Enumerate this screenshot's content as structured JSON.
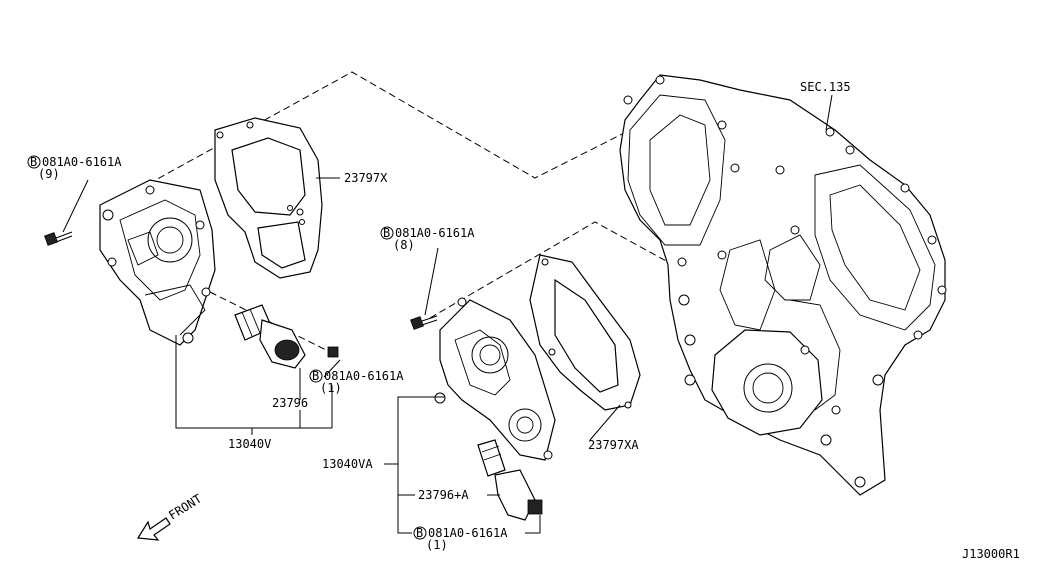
{
  "diagram_id": "J13000R1",
  "front_label": "FRONT",
  "section_ref": "SEC.135",
  "labels": {
    "cover_gasket_1": "23797X",
    "cover_gasket_2": "23797XA",
    "valve_1": "23796",
    "valve_2": "23796+A",
    "assy_1": "13040V",
    "assy_2": "13040VA"
  },
  "bolts": {
    "b1": {
      "mark": "B",
      "number": "081A0-6161A",
      "qty": "(9)"
    },
    "b2": {
      "mark": "B",
      "number": "081A0-6161A",
      "qty": "(8)"
    },
    "b3": {
      "mark": "B",
      "number": "081A0-6161A",
      "qty": "(1)"
    },
    "b4": {
      "mark": "B",
      "number": "081A0-6161A",
      "qty": "(1)"
    }
  }
}
